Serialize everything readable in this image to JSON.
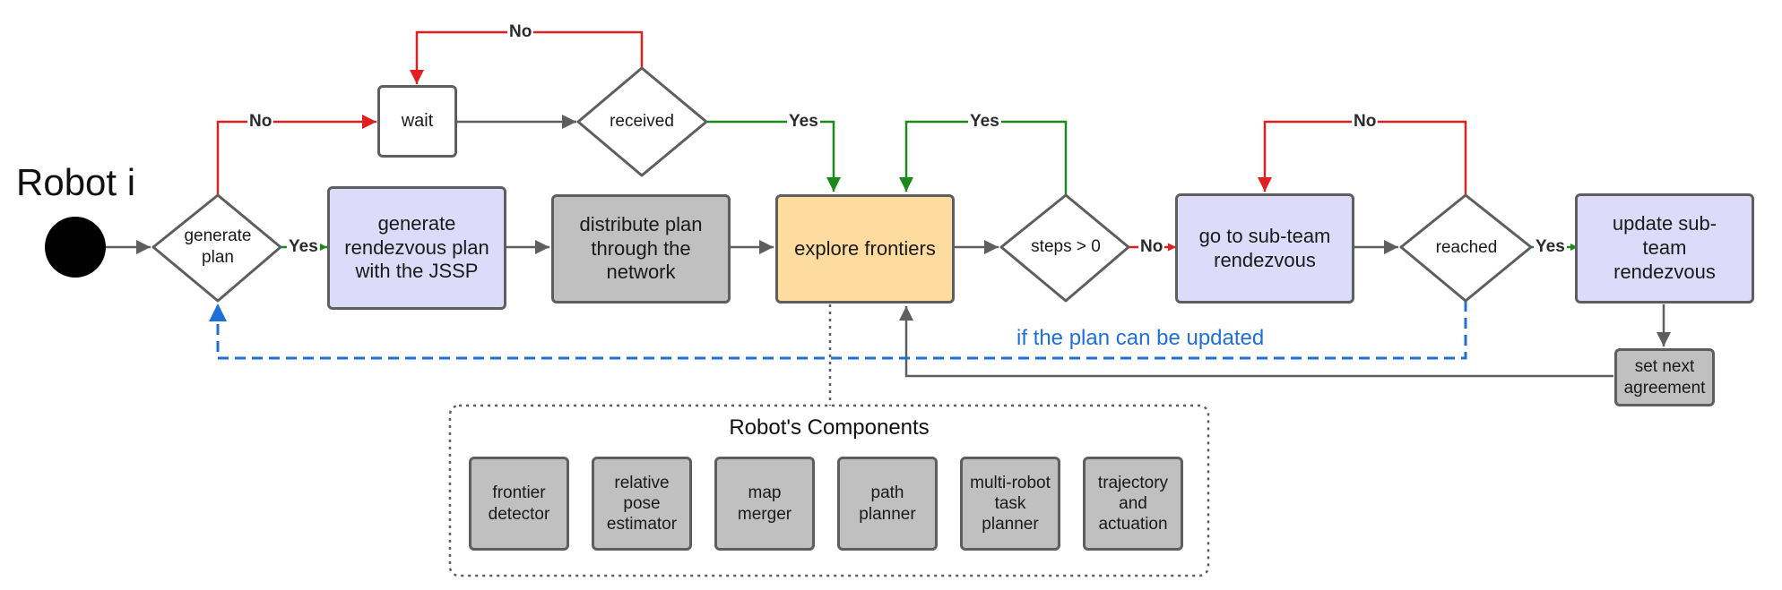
{
  "title": "Robot i",
  "nodes": {
    "generate_plan_decision": "generate plan",
    "generate_rendezvous_plan": "generate rendezvous plan with the JSSP",
    "distribute_plan": "distribute plan through the network",
    "explore_frontiers": "explore frontiers",
    "wait": "wait",
    "received_decision": "received",
    "steps_decision": "steps > 0",
    "go_to_rendezvous": "go to sub-team rendezvous",
    "reached_decision": "reached",
    "update_rendezvous": "update sub-team rendezvous",
    "set_next_agreement": "set next agreement"
  },
  "edge_labels": {
    "generate_no": "No",
    "generate_yes": "Yes",
    "received_no": "No",
    "received_yes": "Yes",
    "steps_yes": "Yes",
    "steps_no": "No",
    "reached_no": "No",
    "reached_yes": "Yes"
  },
  "update_note": "if the plan can be updated",
  "components": {
    "title": "Robot's Components",
    "items": [
      "frontier detector",
      "relative pose estimator",
      "map merger",
      "path planner",
      "multi-robot task planner",
      "trajectory and actuation"
    ]
  },
  "colors": {
    "decision_yes": "#1a8a1a",
    "decision_no": "#e02020",
    "update_loop": "#1e6fd9",
    "flow": "#5e5e5e",
    "blue_box": "#dcdcfa",
    "gray_box": "#c0c0c0",
    "orange_box": "#fedb9f"
  }
}
